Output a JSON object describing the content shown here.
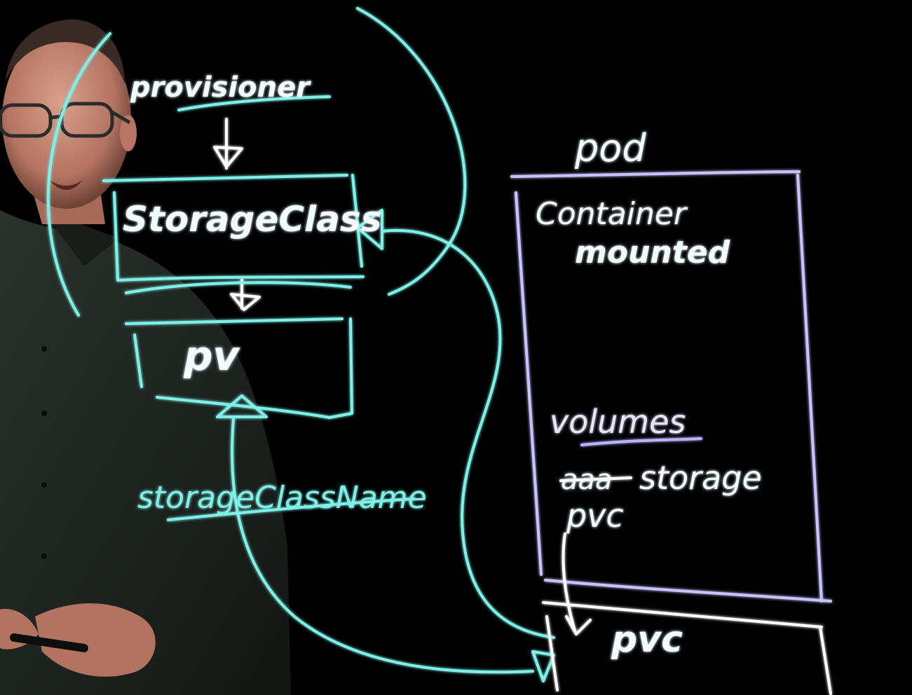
{
  "board": {
    "provisioner": "provisioner",
    "storageclass": "StorageClass",
    "pv": "pv",
    "storageclassname": "storageClassName",
    "pod": "pod",
    "container": "Container",
    "mounted": "mounted",
    "volumes": "volumes",
    "struck": "aaa",
    "storage": "storage",
    "pvc_inline": "pvc",
    "pvc_box": "pvc"
  },
  "colors": {
    "background": "#000000",
    "cyan_ink": "#7ff0e8",
    "white_ink": "#f2fbff",
    "violet_ink": "#b9b4ff",
    "shirt": "#1d2420",
    "skin": "#c98b74"
  }
}
